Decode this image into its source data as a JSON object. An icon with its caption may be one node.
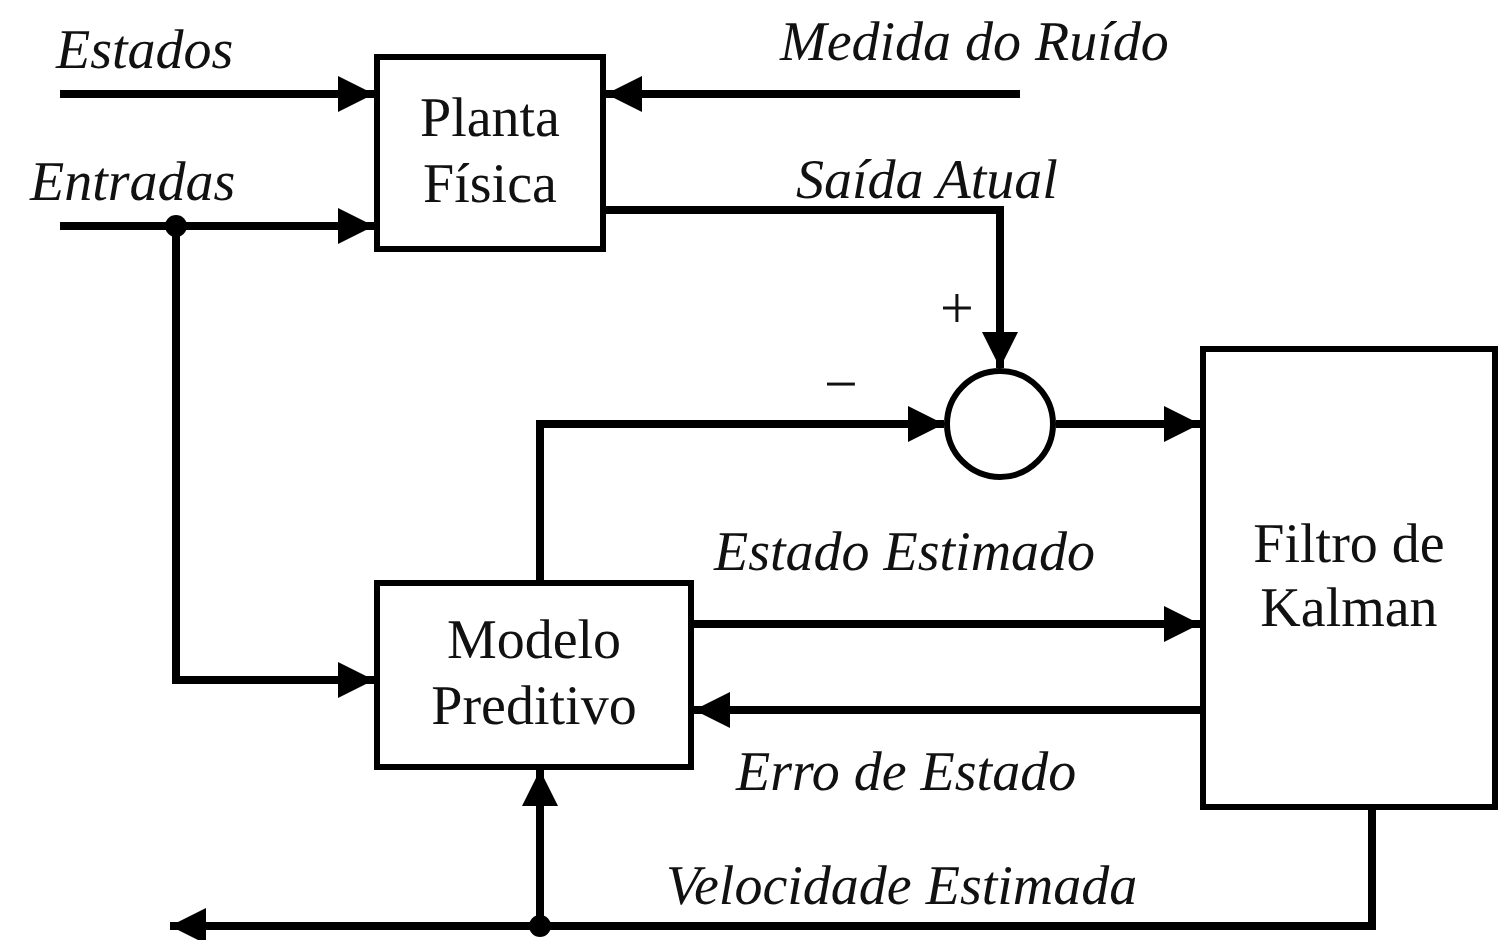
{
  "diagram": {
    "nodes": [
      {
        "text": [
          "Planta Física"
        ]
      },
      {
        "text": [],
        "shape": "circle"
      },
      {
        "text": [
          "Filtro de Kalman"
        ]
      },
      {
        "text": [
          "Modelo Preditivo"
        ]
      }
    ],
    "edges": [
      {
        "from": null,
        "to": 0,
        "arrow": "to",
        "label": "Estados"
      },
      {
        "from": null,
        "to": 0,
        "arrow": "to",
        "label": "Medida do Ruído"
      },
      {
        "from": null,
        "to": 0,
        "arrow": "to",
        "label": "Entradas"
      },
      {
        "from": null,
        "to": 3,
        "arrow": "to"
      },
      {
        "from": 0,
        "to": 1,
        "arrow": "to",
        "label": "Saída Atual"
      },
      {
        "from": 3,
        "to": 1,
        "arrow": "to"
      },
      {
        "from": 1,
        "to": 2,
        "arrow": "to"
      },
      {
        "from": 3,
        "to": 2,
        "arrow": "to",
        "label": "Estado Estimado"
      },
      {
        "from": 2,
        "to": 3,
        "arrow": "to",
        "label": "Erro de Estado"
      },
      {
        "from": 2,
        "to": null,
        "arrow": "to",
        "label": "Velocidade Estimada"
      },
      {
        "from": 2,
        "to": 3,
        "arrow": "to"
      }
    ],
    "labels": [
      "+",
      "−"
    ]
  }
}
